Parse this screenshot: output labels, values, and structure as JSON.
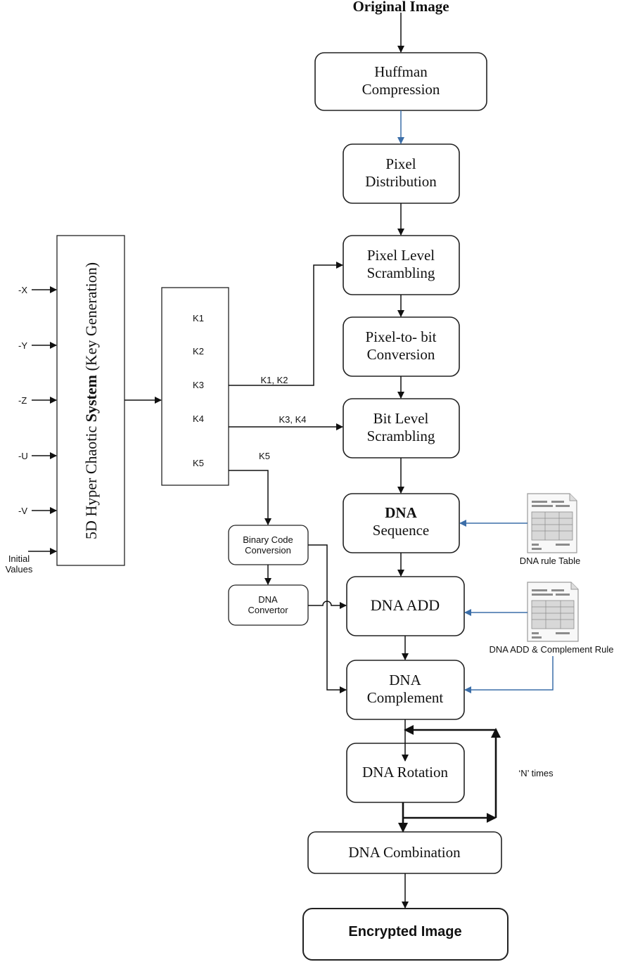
{
  "title": "Original Image",
  "steps": {
    "huffman": [
      "Huffman",
      "Compression"
    ],
    "pixel_distribution": [
      "Pixel",
      "Distribution"
    ],
    "pixel_scrambling": [
      "Pixel Level",
      "Scrambling"
    ],
    "pixel_to_bit": [
      "Pixel-to- bit",
      "Conversion"
    ],
    "bit_scrambling": [
      "Bit Level",
      "Scrambling"
    ],
    "dna_sequence": [
      "DNA",
      "Sequence"
    ],
    "dna_add": "DNA ADD",
    "dna_complement": [
      "DNA",
      "Complement"
    ],
    "dna_rotation": "DNA Rotation",
    "dna_combination": "DNA Combination",
    "encrypted": "Encrypted Image"
  },
  "chaotic_system": {
    "label_pre": "5D Hyper Chaotic ",
    "label_bold": "System",
    "label_post": " (Key Generation)",
    "inputs": [
      "-X",
      "-Y",
      "-Z",
      "-U",
      "-V"
    ],
    "initial_values": [
      "Initial",
      "Values"
    ]
  },
  "keys": [
    "K1",
    "K2",
    "K3",
    "K4",
    "K5"
  ],
  "key_labels": {
    "k1k2": "K1, K2",
    "k3k4": "K3, K4",
    "k5": "K5"
  },
  "side_boxes": {
    "binary": [
      "Binary Code",
      "Conversion"
    ],
    "dna_convertor": [
      "DNA",
      "Convertor"
    ]
  },
  "docs": {
    "dna_rule_table": "DNA rule Table",
    "add_complement_rule": "DNA ADD & Complement Rule"
  },
  "loop_label": "‘N’ times",
  "colors": {
    "accent_blue": "#3b6ea8",
    "stroke": "#222222"
  }
}
